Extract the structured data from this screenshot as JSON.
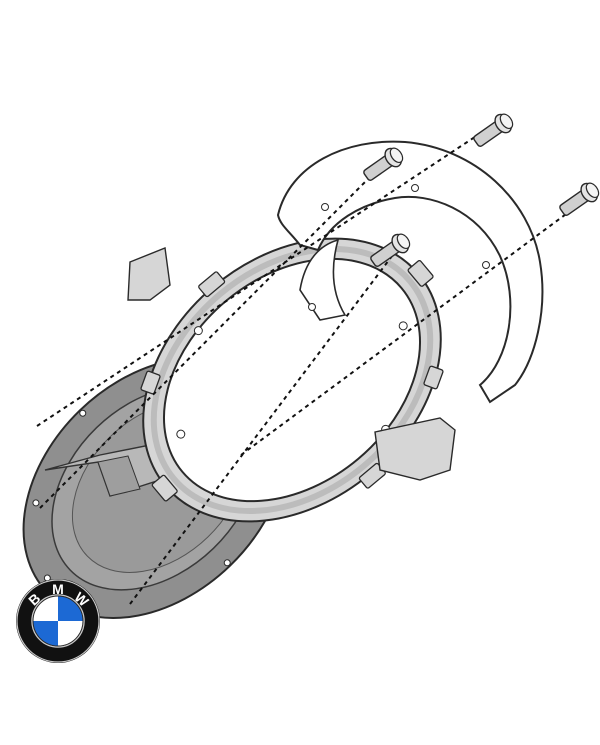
{
  "logo": {
    "letters": [
      "B",
      "M",
      "W"
    ],
    "ring_color": "#111111",
    "blue": "#1c69d4",
    "white": "#ffffff"
  },
  "colors": {
    "outline": "#2a2a2a",
    "plate_fill": "#8f8f8f",
    "plate_inner": "#a9a9a9",
    "ring_fill": "#d7d7d7",
    "flange_fill": "#ffffff",
    "bolt_fill": "#d0d0d0",
    "dashed_line": "#111111"
  },
  "parts": {
    "bolt_count": 4,
    "assembly_line_count": 4
  }
}
